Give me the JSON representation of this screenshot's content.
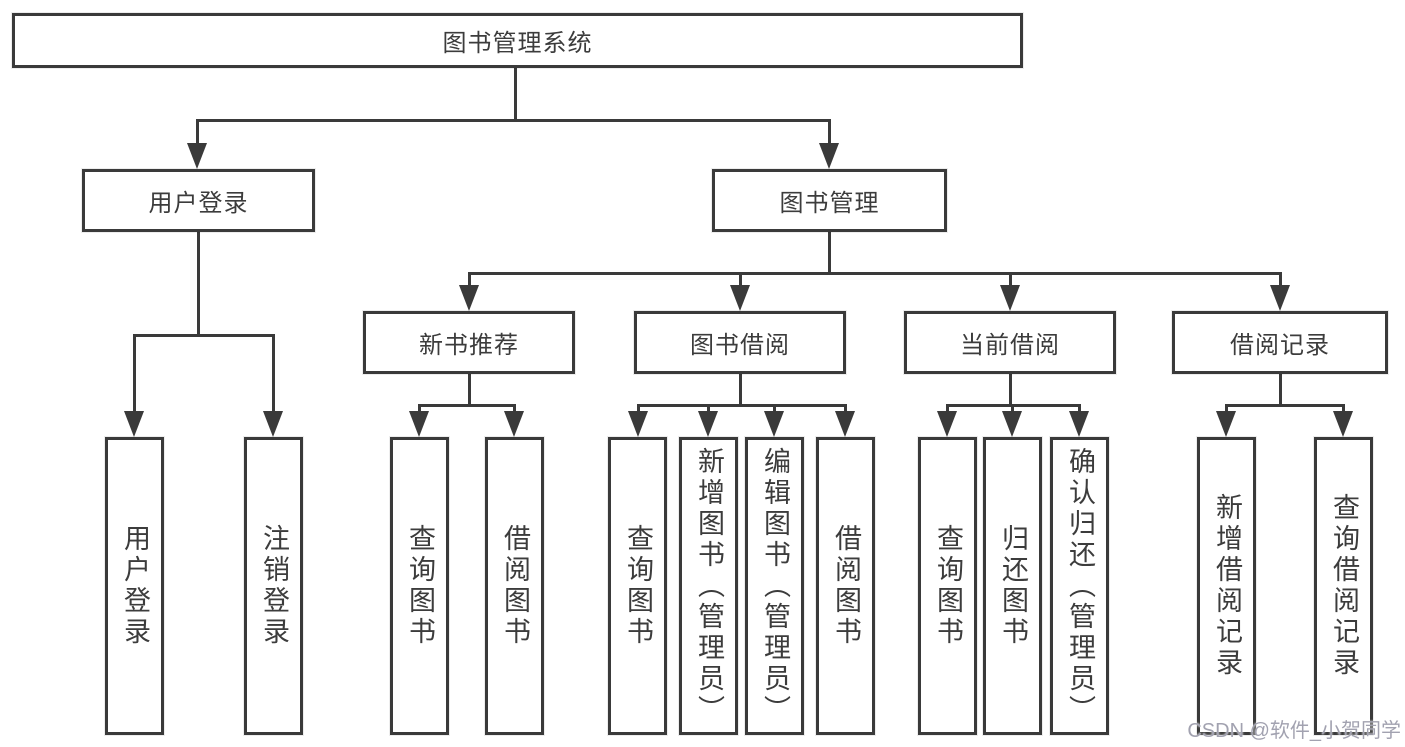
{
  "diagram": {
    "root": {
      "label": "图书管理系统"
    },
    "level2": [
      {
        "label": "用户登录"
      },
      {
        "label": "图书管理"
      }
    ],
    "level3": [
      {
        "label": "新书推荐"
      },
      {
        "label": "图书借阅"
      },
      {
        "label": "当前借阅"
      },
      {
        "label": "借阅记录"
      }
    ],
    "leaves": [
      {
        "label": "用户登录"
      },
      {
        "label": "注销登录"
      },
      {
        "label": "查询图书"
      },
      {
        "label": "借阅图书"
      },
      {
        "label": "查询图书"
      },
      {
        "label": "新增图书（管理员）"
      },
      {
        "label": "编辑图书（管理员）"
      },
      {
        "label": "借阅图书"
      },
      {
        "label": "查询图书"
      },
      {
        "label": "归还图书"
      },
      {
        "label": "确认归还（管理员）"
      },
      {
        "label": "新增借阅记录"
      },
      {
        "label": "查询借阅记录"
      }
    ]
  },
  "watermark": {
    "text": "CSDN @软件_小贺同学"
  },
  "colors": {
    "line": "#3a3a3a",
    "text": "#3c3c3c",
    "watermark": "#a2a2b0",
    "background": "#ffffff"
  }
}
